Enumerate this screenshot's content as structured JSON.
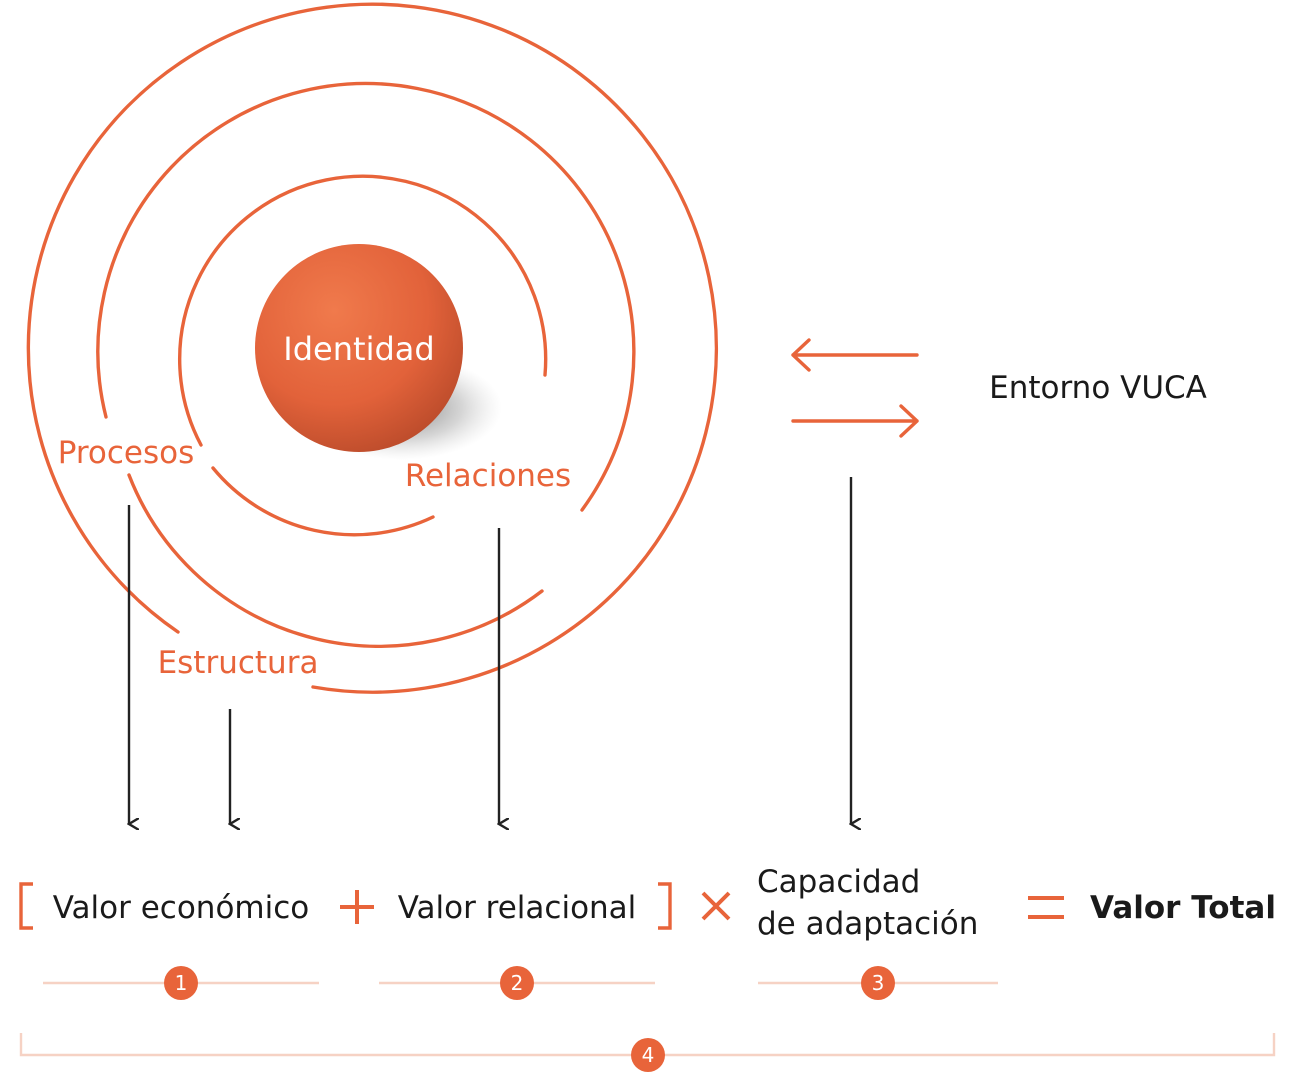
{
  "colors": {
    "accent": "#e8643a",
    "accent_light": "#f6d2c4",
    "text": "#1a1a1a",
    "arrow": "#222222"
  },
  "diagram": {
    "core": "Identidad",
    "rings": {
      "relations": "Relaciones",
      "processes": "Procesos",
      "structure": "Estructura"
    },
    "environment": "Entorno VUCA"
  },
  "formula": {
    "open_bracket": "[",
    "term1": "Valor económico",
    "plus": "+",
    "term2": "Valor relacional",
    "close_bracket": "]",
    "times": "×",
    "term3_line1": "Capacidad",
    "term3_line2": "de adaptación",
    "equals": "=",
    "result": "Valor Total"
  },
  "badges": [
    "1",
    "2",
    "3",
    "4"
  ]
}
